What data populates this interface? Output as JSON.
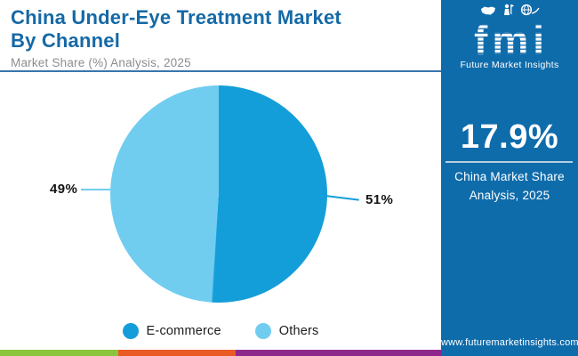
{
  "header": {
    "title_line1": "China Under-Eye Treatment Market",
    "title_line2": "By Channel",
    "subtitle": "Market Share (%) Analysis, 2025"
  },
  "chart_data": {
    "type": "pie",
    "title": "China Under-Eye Treatment Market By Channel",
    "subtitle": "Market Share (%) Analysis, 2025",
    "categories": [
      "E-commerce",
      "Others"
    ],
    "values": [
      51,
      49
    ],
    "value_labels": [
      "51%",
      "49%"
    ],
    "colors": [
      "#149ed9",
      "#71cdf0"
    ],
    "start_angle_deg": 0,
    "direction": "clockwise",
    "legend_position": "bottom"
  },
  "sidebar": {
    "background_color": "#0f6cab",
    "logo": {
      "brand": "fmi",
      "tagline": "Future Market Insights",
      "icons": [
        "map-icon",
        "explorer-icon",
        "globe-icon"
      ]
    },
    "stat_value": "17.9%",
    "stat_caption_line1": "China Market Share",
    "stat_caption_line2": "Analysis, 2025",
    "website": "www.futuremarketinsights.com"
  },
  "theme": {
    "title_color": "#1569a6",
    "header_rule_color": "#3a76ad",
    "stripe_colors": [
      "#8cc43d",
      "#ea5a25",
      "#8e278c"
    ]
  }
}
